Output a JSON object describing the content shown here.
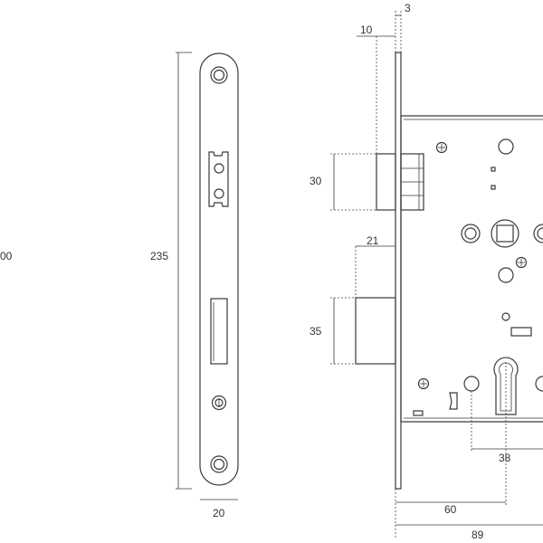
{
  "dimensions": {
    "total_height": "235",
    "faceplate_width": "20",
    "faceplate_thickness": "3",
    "faceplate_offset": "10",
    "latch_height": "30",
    "deadbolt_projection": "21",
    "deadbolt_height": "35",
    "cylinder_to_handle": "38",
    "backset": "60",
    "body_depth": "89",
    "cut_off_label": "00"
  }
}
